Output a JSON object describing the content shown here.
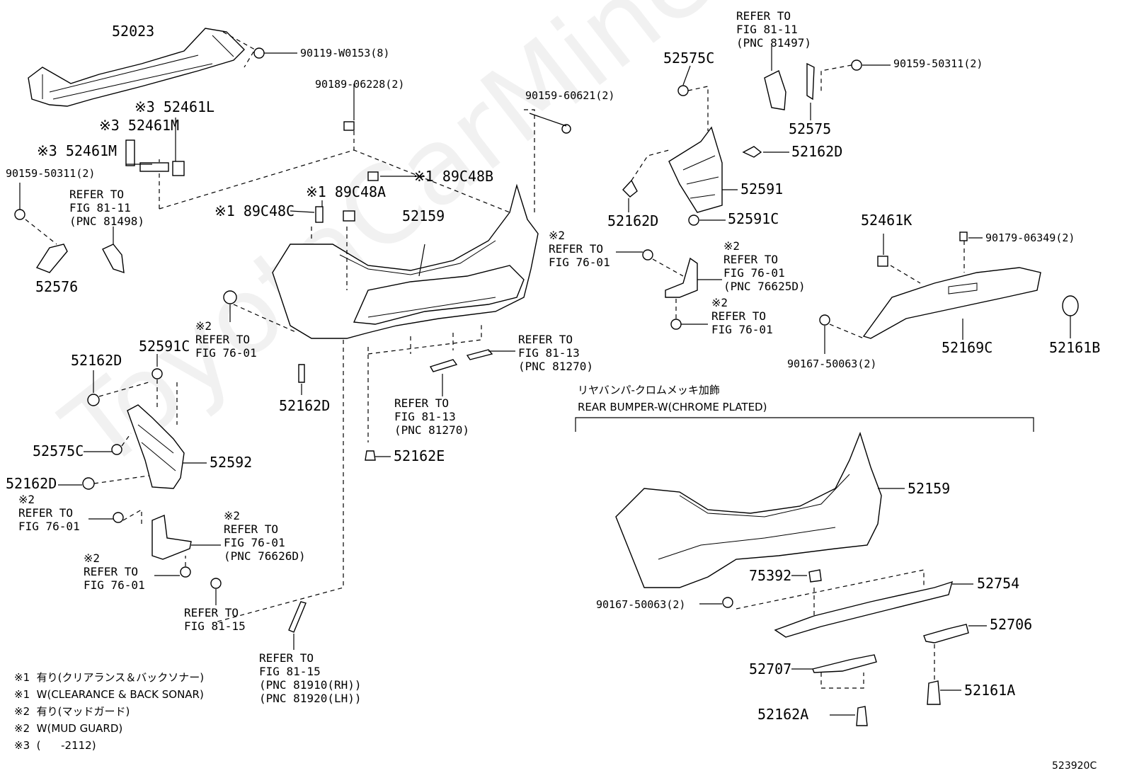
{
  "watermark": "ToyotaCarMine.ru",
  "diagram_code": "523920C",
  "section": {
    "title_jp": "リヤバンパ-クロムメッキ加飾",
    "title_en": "REAR BUMPER-W(CHROME PLATED)"
  },
  "labels": {
    "p52023": "52023",
    "p90119": "90119-W0153(8)",
    "p90189": "90189-06228(2)",
    "p90159_60621": "90159-60621(2)",
    "p52575C_top": "52575C",
    "ref_81497": "REFER TO\nFIG 81-11\n(PNC 81497)",
    "p90159_50311_top": "90159-50311(2)",
    "p52575": "52575",
    "p52162D_r1": "52162D",
    "p52591": "52591",
    "p52162D_r2": "52162D",
    "p52591C_r": "52591C",
    "m3_52461L": "※3 52461L",
    "m3_52461M_a": "※3 52461M",
    "m3_52461M_b": "※3 52461M",
    "p90159_50311_left": "90159-50311(2)",
    "ref_81498": "REFER TO\nFIG 81-11\n(PNC 81498)",
    "p52576": "52576",
    "m1_89C48B": "※1 89C48B",
    "m1_89C48A": "※1 89C48A",
    "m1_89C48C": "※1 89C48C",
    "p52159_top": "52159",
    "ref_76_01_a": "※2\nREFER TO\nFIG 76-01",
    "ref_76625D": "※2\nREFER TO\nFIG 76-01\n(PNC 76625D)",
    "ref_76_01_b": "※2\nREFER TO\nFIG 76-01",
    "p52461K": "52461K",
    "p90179": "90179-06349(2)",
    "p52169C": "52169C",
    "p52161B": "52161B",
    "p90167_top": "90167-50063(2)",
    "ref_76_01_c": "※2\nREFER TO\nFIG 76-01",
    "p52591C_l": "52591C",
    "p52162D_l1": "52162D",
    "p52162D_mid": "52162D",
    "ref_81270_a": "REFER TO\nFIG 81-13\n(PNC 81270)",
    "ref_81270_b": "REFER TO\nFIG 81-13\n(PNC 81270)",
    "p52162E": "52162E",
    "p52575C_l": "52575C",
    "p52592": "52592",
    "p52162D_l2": "52162D",
    "ref_76_01_d": "※2\nREFER TO\nFIG 76-01",
    "ref_76626D": "※2\nREFER TO\nFIG 76-01\n(PNC 76626D)",
    "ref_76_01_e": "※2\nREFER TO\nFIG 76-01",
    "ref_81_15": "REFER TO\nFIG 81-15",
    "ref_81910": "REFER TO\nFIG 81-15\n(PNC 81910(RH))\n(PNC 81920(LH))",
    "p52159_bot": "52159",
    "p75392": "75392",
    "p52754": "52754",
    "p90167_bot": "90167-50063(2)",
    "p52706": "52706",
    "p52707": "52707",
    "p52161A": "52161A",
    "p52162A": "52162A"
  },
  "notes": [
    "※1  有り(クリアランス＆バックソナー)",
    "※1  W(CLEARANCE & BACK SONAR)",
    "※2  有り(マッドガード)",
    "※2  W(MUD GUARD)",
    "※3  (      -2112)"
  ]
}
